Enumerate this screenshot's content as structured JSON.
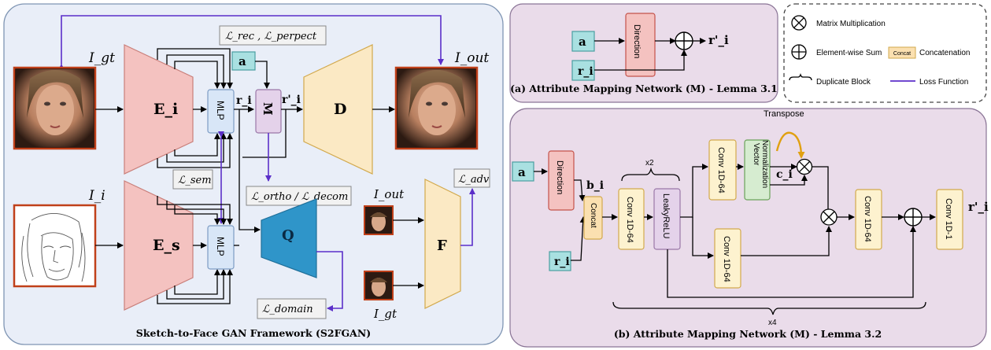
{
  "left_panel": {
    "caption": "Sketch-to-Face GAN Framework (S2FGAN)",
    "labels": {
      "i_gt_top": "I_gt",
      "i_out_top": "I_out",
      "i_i": "I_i",
      "e_i": "E_i",
      "e_s": "E_s",
      "mlp_top": "MLP",
      "mlp_bottom": "MLP",
      "m": "M",
      "d": "D",
      "q": "Q",
      "f": "F",
      "a": "a",
      "r_i": "r_i",
      "r_i_prime": "r'_i",
      "loss_rec": "ℒ_rec , ℒ_perpect",
      "loss_sem": "ℒ_sem",
      "loss_ortho": "ℒ_ortho / ℒ_decom",
      "loss_adv": "ℒ_adv",
      "loss_domain": "ℒ_domain",
      "i_out_small": "I_out",
      "i_gt_small": "I_gt"
    }
  },
  "panel_a": {
    "caption": "(a) Attribute Mapping Network (M) - Lemma 3.1",
    "direction": "Direction",
    "a": "a",
    "r_i": "r_i",
    "r_i_prime": "r'_i"
  },
  "legend": {
    "items": [
      {
        "symbol": "matrix-multiplication",
        "label": "Matrix Multiplication"
      },
      {
        "symbol": "element-wise-sum",
        "label": "Element-wise Sum"
      },
      {
        "symbol": "concat",
        "chip": "Concat",
        "label": "Concatenation"
      },
      {
        "symbol": "duplicate-block",
        "label": "Duplicate Block"
      },
      {
        "symbol": "loss-function",
        "label": "Loss Function"
      }
    ],
    "line_color": "#5b2fc9"
  },
  "panel_b": {
    "caption": "(b) Attribute Mapping Network (M) - Lemma 3.2",
    "direction": "Direction",
    "a": "a",
    "b_i": "b_i",
    "r_i": "r_i",
    "concat": "Concat",
    "conv_1d_64_a": "Conv 1D-64",
    "leaky_relu": "LeakyReLU",
    "x2": "x2",
    "conv_top": "Conv 1D-64",
    "vector_norm": "Vector Normalization",
    "transpose": "Transpose",
    "c_i": "c_i",
    "conv_bottom": "Conv 1D-64",
    "conv_after_mult": "Conv 1D-64",
    "conv_final": "Conv 1D-1",
    "x4": "x4",
    "r_i_prime": "r'_i"
  },
  "colors": {
    "left_bg": "#e9eef8",
    "right_bg": "#eadcea",
    "encoder": "#f4c2c0",
    "decoder": "#fbe9c4",
    "q": "#2f95c9",
    "mlp": "#d8e6f7",
    "m": "#e4d2ea",
    "teal": "#a9e0e1",
    "loss": "#5b2fc9",
    "accent_arrow": "#e0a010"
  }
}
